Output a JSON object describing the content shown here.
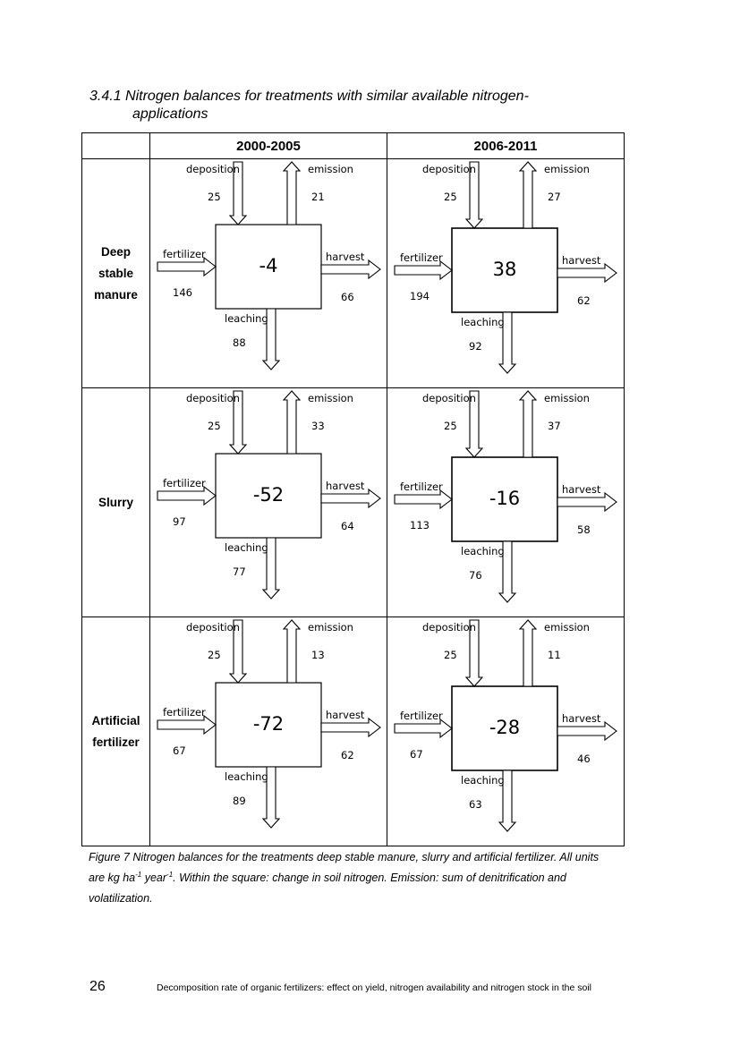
{
  "heading": {
    "line1": "3.4.1 Nitrogen balances for treatments with similar available nitrogen-",
    "line2": "applications"
  },
  "table": {
    "header_blank": "",
    "periods": [
      "2000-2005",
      "2006-2011"
    ],
    "flow_labels": {
      "deposition": "deposition",
      "emission": "emission",
      "fertilizer": "fertilizer",
      "harvest": "harvest",
      "leaching": "leaching"
    },
    "rows": [
      {
        "label_lines": [
          "Deep",
          "stable",
          "manure"
        ],
        "cells": [
          {
            "balance": "-4",
            "deposition": "25",
            "emission": "21",
            "fertilizer": "146",
            "harvest": "66",
            "leaching": "88"
          },
          {
            "balance": "38",
            "deposition": "25",
            "emission": "27",
            "fertilizer": "194",
            "harvest": "62",
            "leaching": "92"
          }
        ]
      },
      {
        "label_lines": [
          "Slurry"
        ],
        "cells": [
          {
            "balance": "-52",
            "deposition": "25",
            "emission": "33",
            "fertilizer": "97",
            "harvest": "64",
            "leaching": "77"
          },
          {
            "balance": "-16",
            "deposition": "25",
            "emission": "37",
            "fertilizer": "113",
            "harvest": "58",
            "leaching": "76"
          }
        ]
      },
      {
        "label_lines": [
          "Artificial",
          "fertilizer"
        ],
        "cells": [
          {
            "balance": "-72",
            "deposition": "25",
            "emission": "13",
            "fertilizer": "67",
            "harvest": "62",
            "leaching": "89"
          },
          {
            "balance": "-28",
            "deposition": "25",
            "emission": "11",
            "fertilizer": "67",
            "harvest": "46",
            "leaching": "63"
          }
        ]
      }
    ]
  },
  "caption": {
    "part1": "Figure 7 Nitrogen balances for the treatments deep stable manure, slurry and artificial fertilizer. All units are kg ha",
    "sup1": "-1",
    "part2": " year",
    "sup2": "-1",
    "part3": ". Within the square: change in soil nitrogen. Emission: sum of denitrification and volatilization."
  },
  "footer": {
    "page_number": "26",
    "running_title": "Decomposition rate of organic fertilizers: effect on yield, nitrogen availability and nitrogen stock in the soil"
  }
}
